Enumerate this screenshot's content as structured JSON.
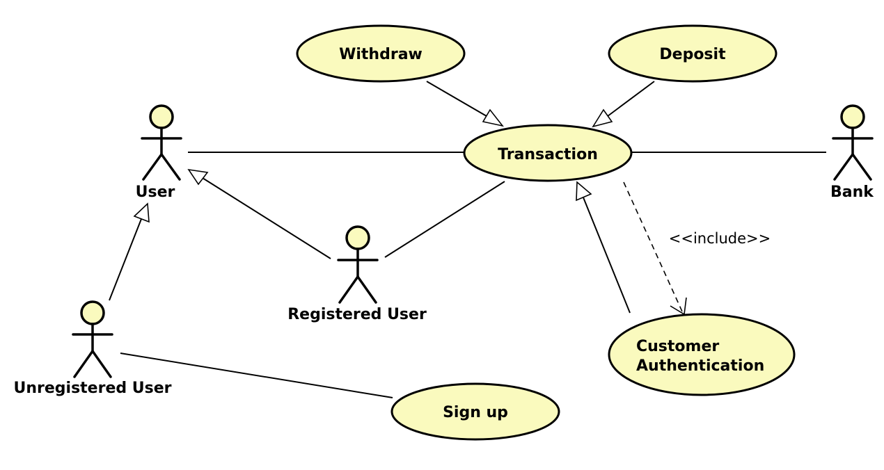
{
  "colors": {
    "use_case_fill": "#fafabe",
    "line": "#000000",
    "background": "#ffffff"
  },
  "actors": {
    "user": "User",
    "bank": "Bank",
    "registered_user": "Registered User",
    "unregistered_user": "Unregistered User"
  },
  "use_cases": {
    "withdraw": "Withdraw",
    "deposit": "Deposit",
    "transaction": "Transaction",
    "customer_authentication_line1": "Customer",
    "customer_authentication_line2": "Authentication",
    "sign_up": "Sign up"
  },
  "relationships": {
    "include_label": "<<include>>"
  }
}
